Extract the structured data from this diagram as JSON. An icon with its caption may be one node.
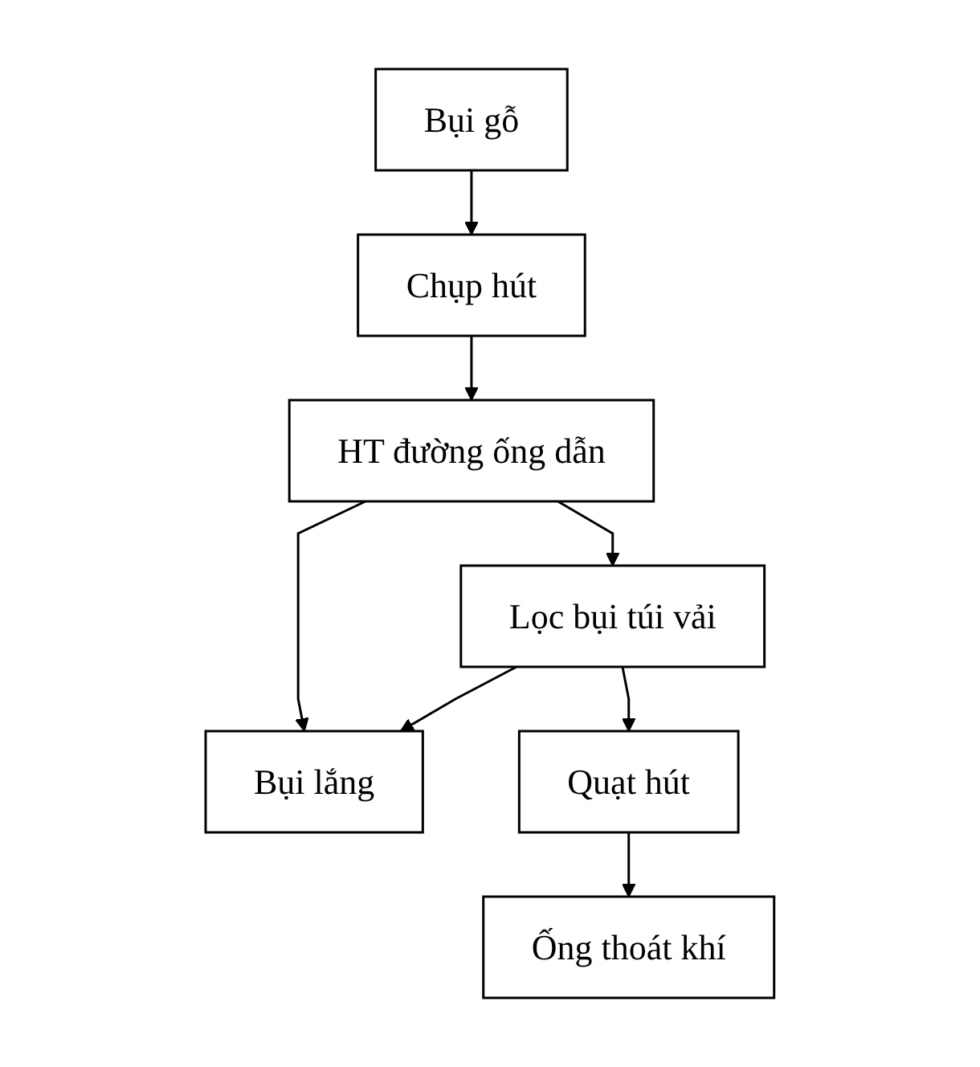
{
  "diagram": {
    "nodes": [
      {
        "text": [
          "Bụi gỗ"
        ]
      },
      {
        "text": [
          "Chụp hút"
        ]
      },
      {
        "text": [
          "HT đường ống dẫn"
        ]
      },
      {
        "text": [
          "Bụi lắng"
        ]
      },
      {
        "text": [
          "Lọc bụi túi vải"
        ]
      },
      {
        "text": [
          "Quạt hút"
        ]
      },
      {
        "text": [
          "Ống thoát khí"
        ]
      }
    ],
    "edges": [
      {
        "from": 0,
        "to": 1,
        "arrow": "to"
      },
      {
        "from": 1,
        "to": 2,
        "arrow": "to"
      },
      {
        "from": 2,
        "to": 4,
        "arrow": "to"
      },
      {
        "from": 2,
        "to": 3,
        "arrow": "to"
      },
      {
        "from": 4,
        "to": 3,
        "arrow": "to"
      },
      {
        "from": 4,
        "to": 5,
        "arrow": "to"
      },
      {
        "from": 5,
        "to": 6,
        "arrow": "to"
      }
    ]
  }
}
